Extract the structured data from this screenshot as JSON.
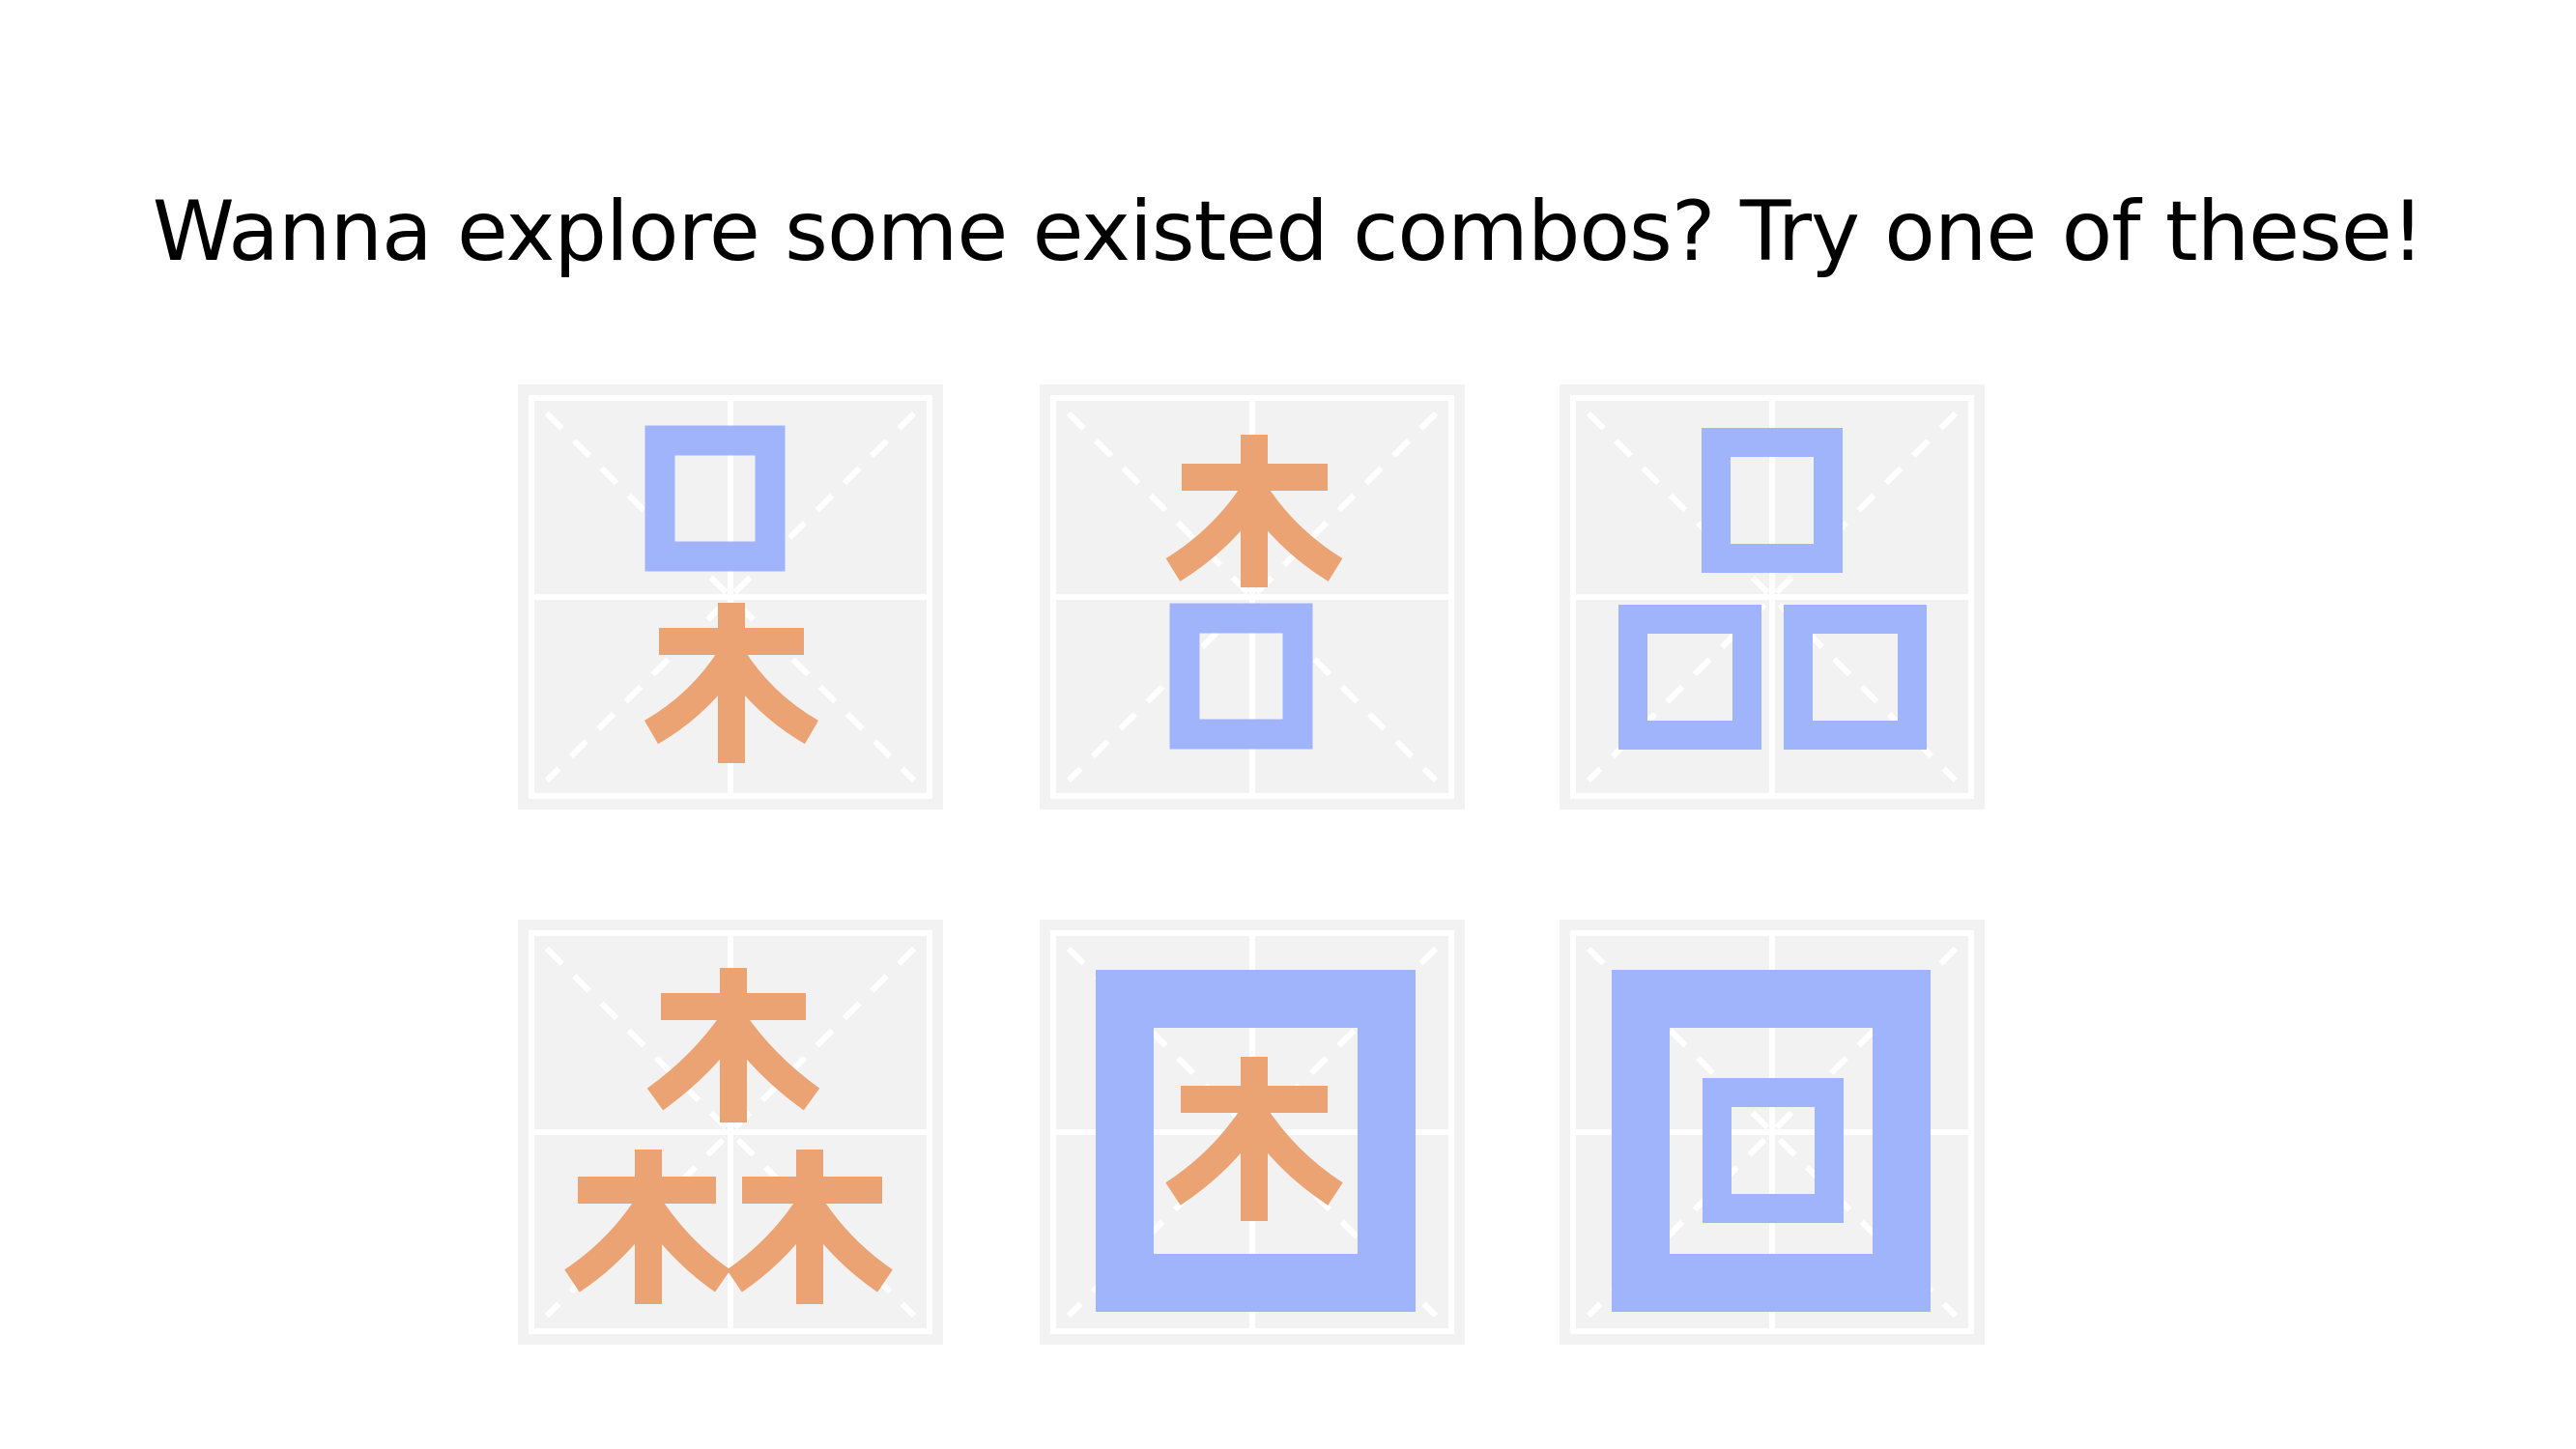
{
  "page": {
    "heading": "Wanna explore some existed combos? Try one of these!"
  },
  "colors": {
    "background": "#ffffff",
    "tile_background": "#f2f2f2",
    "grid_lines": "#ffffff",
    "box_component": "#a0b4fc",
    "tree_component": "#eba374",
    "heading_text": "#000000"
  },
  "combos": [
    {
      "id": "combo-box-over-tree",
      "components": [
        "box",
        "tree"
      ],
      "arrangement": "box top, tree bottom"
    },
    {
      "id": "combo-tree-over-box",
      "components": [
        "tree",
        "box"
      ],
      "arrangement": "tree top, box bottom"
    },
    {
      "id": "combo-three-boxes",
      "components": [
        "box",
        "box",
        "box"
      ],
      "arrangement": "one box top, two boxes bottom"
    },
    {
      "id": "combo-three-trees",
      "components": [
        "tree",
        "tree",
        "tree"
      ],
      "arrangement": "one tree top, two trees bottom"
    },
    {
      "id": "combo-tree-in-box",
      "components": [
        "box",
        "tree"
      ],
      "arrangement": "tree enclosed by large box"
    },
    {
      "id": "combo-box-in-box",
      "components": [
        "box",
        "box"
      ],
      "arrangement": "small box enclosed by large box"
    }
  ]
}
